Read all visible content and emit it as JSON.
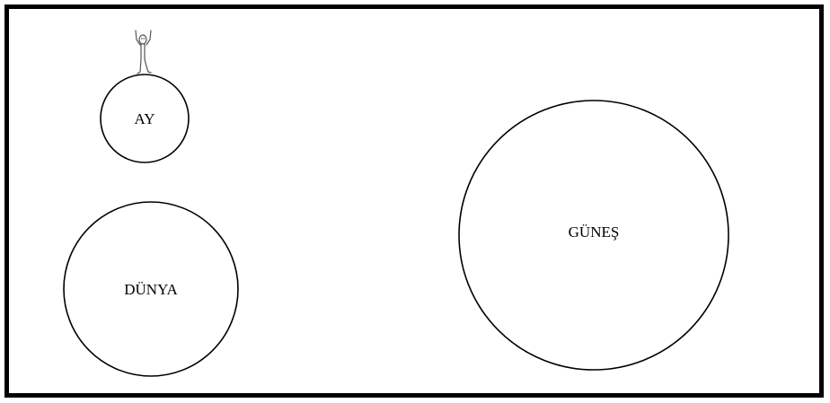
{
  "diagram": {
    "bodies": {
      "moon": {
        "label": "AY"
      },
      "earth": {
        "label": "DÜNYA"
      },
      "sun": {
        "label": "GÜNEŞ"
      }
    },
    "figure_icon": "stick-figure-icon",
    "colors": {
      "border": "#000000",
      "background": "#ffffff",
      "line": "#000000",
      "figure": "#555555"
    }
  }
}
